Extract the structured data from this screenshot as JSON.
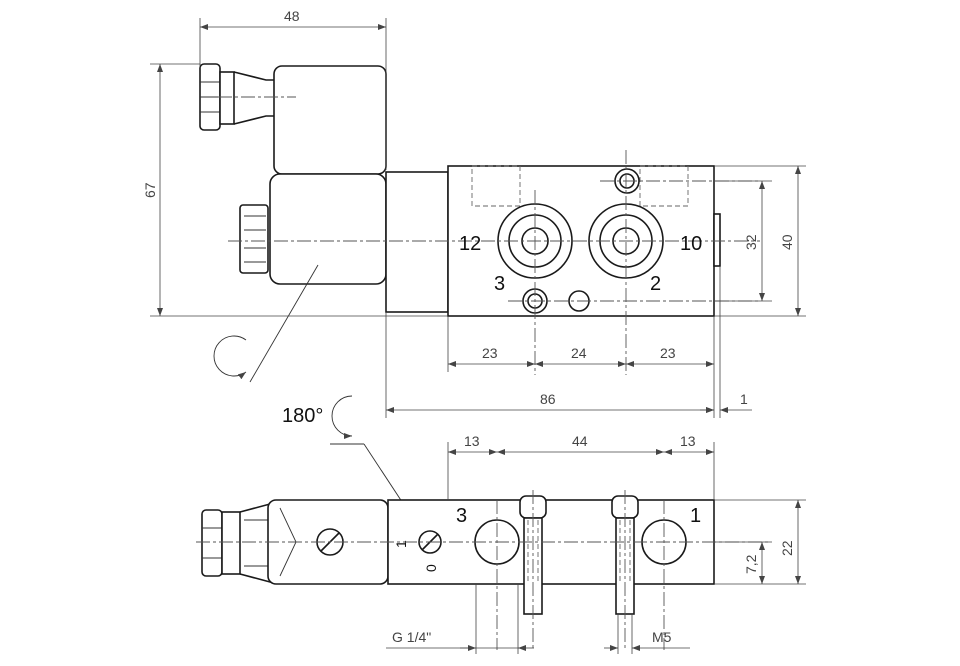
{
  "dimensions": {
    "coil_width": "48",
    "overall_height": "67",
    "port_pitch": "32",
    "body_height": "40",
    "left_offset": "23",
    "middle_spacing": "24",
    "right_offset": "23",
    "body_length": "86",
    "gap": "1",
    "bottom_left": "13",
    "bottom_mid": "44",
    "bottom_right": "13",
    "center_height": "7,2",
    "bottom_height": "22",
    "thread_main": "G 1/4\"",
    "thread_pilot": "M5"
  },
  "ports": {
    "p12": "12",
    "p10": "10",
    "p3": "3",
    "p2": "2",
    "b3": "3",
    "b1": "1"
  },
  "rotation": {
    "label": "180°"
  },
  "switch": {
    "on": "1",
    "off": "0"
  }
}
